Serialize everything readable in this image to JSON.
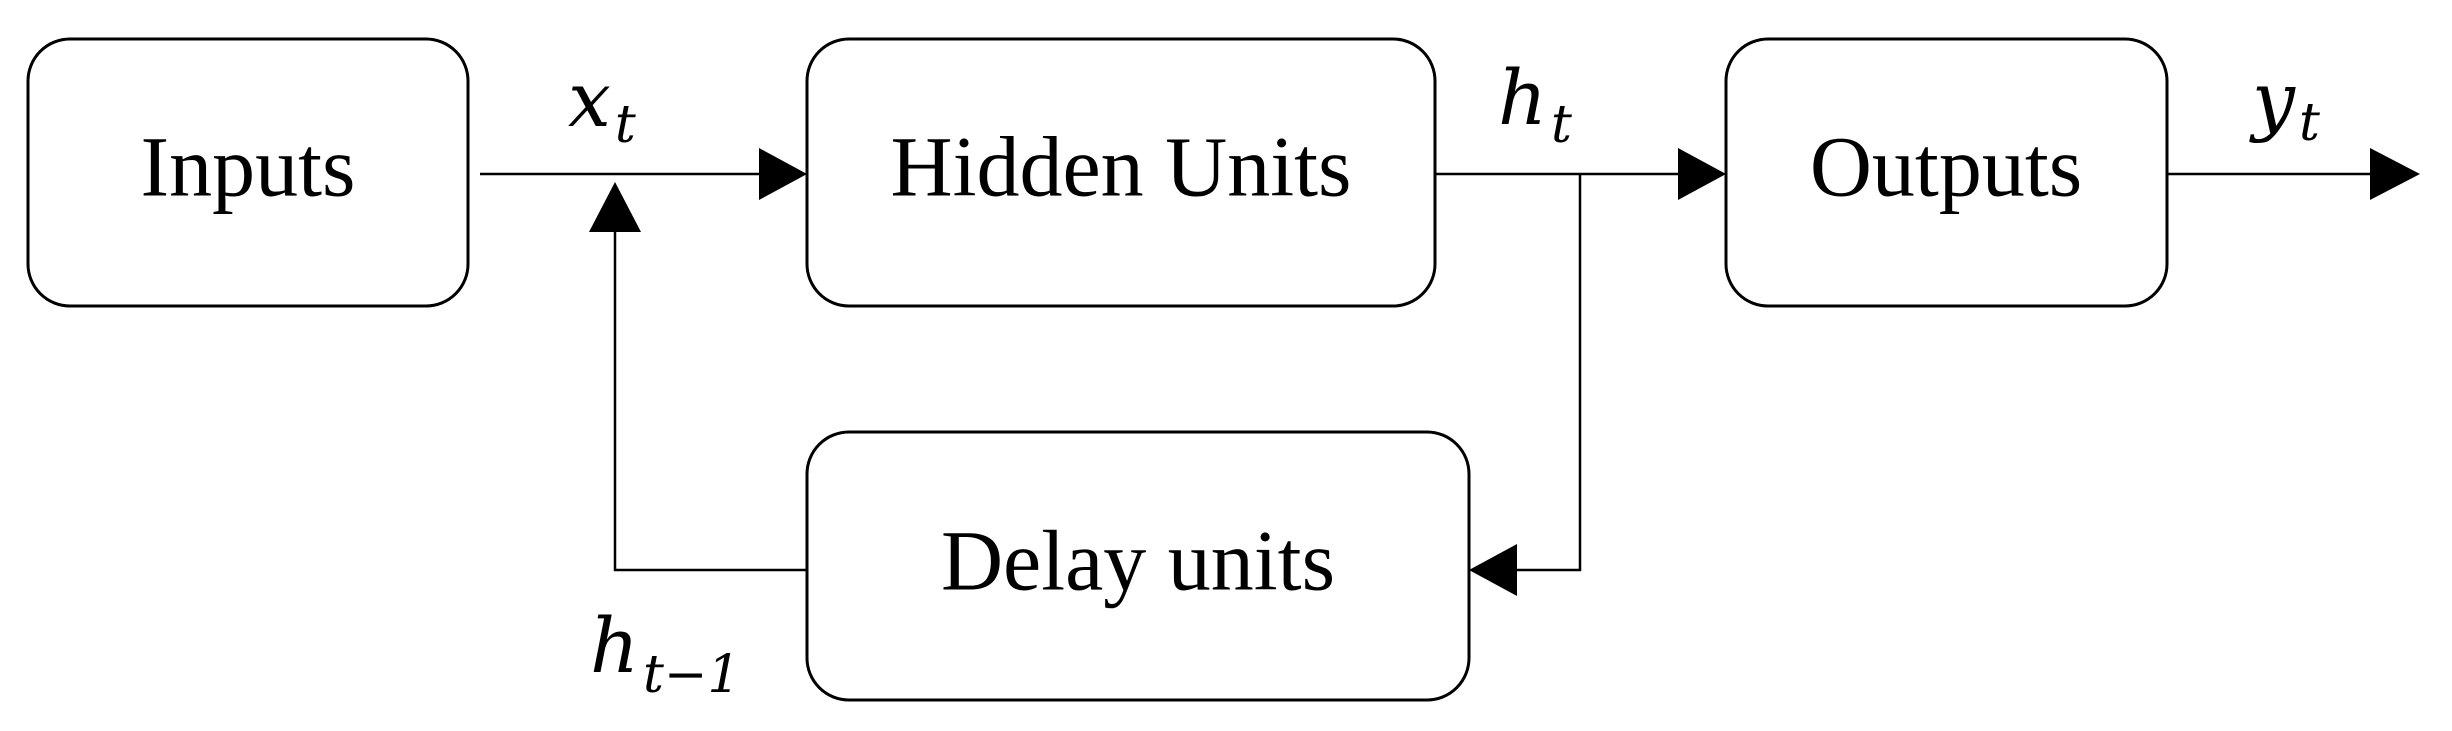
{
  "boxes": {
    "inputs": "Inputs",
    "hidden": "Hidden Units",
    "outputs": "Outputs",
    "delay": "Delay units"
  },
  "signals": {
    "x_t": {
      "base": "x",
      "sub": "t"
    },
    "h_t": {
      "base": "h",
      "sub": "t"
    },
    "y_t": {
      "base": "y",
      "sub": "t"
    },
    "h_prev": {
      "base": "h",
      "sub": "t−1"
    }
  },
  "colors": {
    "stroke": "#000000",
    "background": "#ffffff"
  }
}
